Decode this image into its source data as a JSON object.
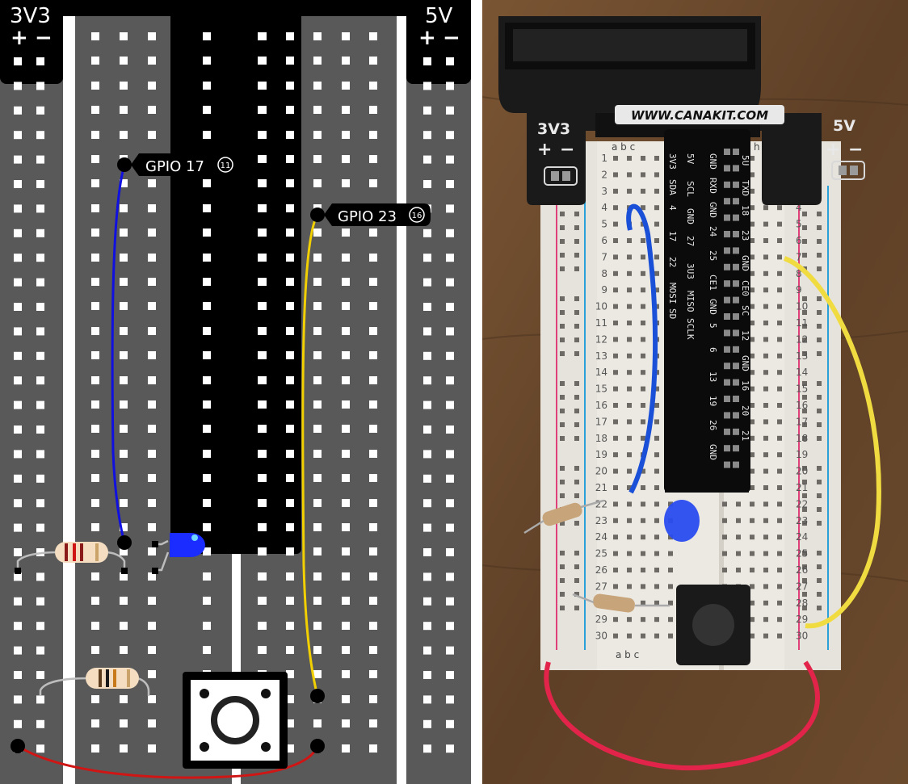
{
  "diagram": {
    "rail_left_label": "3V3",
    "rail_right_label": "5V",
    "plus_symbol": "+",
    "minus_symbol": "−",
    "gpio17_label": "GPIO 17",
    "gpio17_pin": "11",
    "gpio23_label": "GPIO 23",
    "gpio23_pin": "16"
  },
  "photo": {
    "website": "WWW.CANAKIT.COM",
    "rail_left_label": "3V3",
    "rail_right_label": "5V",
    "plus_symbol": "+",
    "minus_symbol": "−",
    "column_letters_left": "a b c",
    "column_letters_right": "h i j",
    "board_row_numbers": [
      "1",
      "2",
      "3",
      "4",
      "5",
      "6",
      "7",
      "8",
      "9",
      "10",
      "11",
      "12",
      "13",
      "14",
      "15",
      "16",
      "17",
      "18",
      "19",
      "20",
      "21",
      "22",
      "23",
      "24",
      "25",
      "26",
      "27",
      "28",
      "29",
      "30"
    ],
    "pin_col_1": [
      "3V3",
      "SDA",
      "4",
      "17",
      "22",
      "MOSI",
      "SD"
    ],
    "pin_col_2": [
      "5V",
      "SCL",
      "GND",
      "27",
      "3U3",
      "MISO",
      "SCLK"
    ],
    "pin_col_3": [
      "GND",
      "RXD",
      "GND",
      "24",
      "25",
      "CE1",
      "GND",
      "5",
      "6",
      "13",
      "19",
      "26",
      "GND"
    ],
    "pin_col_4": [
      "5U",
      "TXD",
      "18",
      "23",
      "GND",
      "CE0",
      "SC",
      "12",
      "GND",
      "16",
      "20",
      "21"
    ]
  },
  "colors": {
    "rail_gray": "#595959",
    "board_black": "#000000",
    "wire_blue": "#1010e0",
    "wire_yellow": "#f2d000",
    "wire_red": "#d01515",
    "led_blue": "#1a2cff",
    "wood": "#6b4a2c",
    "breadboard_white": "#ece9e2"
  }
}
